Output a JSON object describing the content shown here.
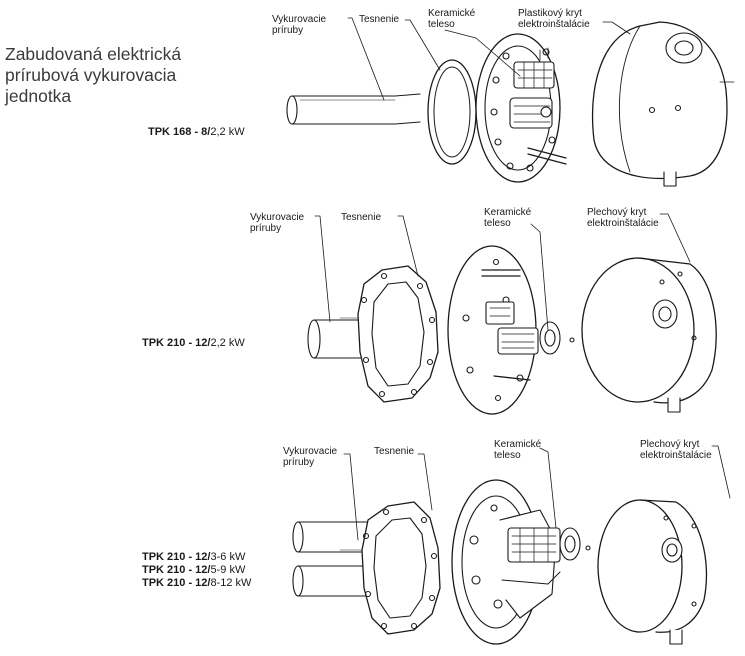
{
  "title": {
    "lines": [
      "Zabudovaná elektrická",
      "prírubová vykurovacia",
      "jednotka"
    ]
  },
  "unit1": {
    "model": {
      "name": "TPK 168 - 8/",
      "power": "2,2 kW"
    },
    "labels": {
      "flange": [
        "Vykurovacie",
        "príruby"
      ],
      "seal": [
        "Tesnenie"
      ],
      "ceramic": [
        "Keramické",
        "teleso"
      ],
      "cover": [
        "Plastikový kryt",
        "elektroinštalácie"
      ]
    }
  },
  "unit2": {
    "model": {
      "name": "TPK 210 - 12/",
      "power": "2,2 kW"
    },
    "labels": {
      "flange": [
        "Vykurovacie",
        "príruby"
      ],
      "seal": [
        "Tesnenie"
      ],
      "ceramic": [
        "Keramické",
        "teleso"
      ],
      "cover": [
        "Plechový kryt",
        "elektroinštalácie"
      ]
    }
  },
  "unit3": {
    "models": [
      {
        "name": "TPK 210 - 12/",
        "power": "3-6 kW"
      },
      {
        "name": "TPK 210 - 12/",
        "power": "5-9 kW"
      },
      {
        "name": "TPK 210 - 12/",
        "power": "8-12 kW"
      }
    ],
    "labels": {
      "flange": [
        "Vykurovacie",
        "príruby"
      ],
      "seal": [
        "Tesnenie"
      ],
      "ceramic": [
        "Keramické",
        "teleso"
      ],
      "cover": [
        "Plechový kryt",
        "elektroinštalácie"
      ]
    }
  }
}
